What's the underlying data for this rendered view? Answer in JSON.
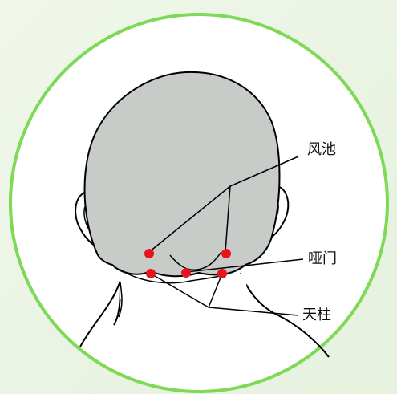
{
  "labels": {
    "fengchi": "风池",
    "yamen": "哑门",
    "tianzhu": "天柱"
  },
  "colors": {
    "ring": "#7ed957",
    "point": "#e8141c",
    "hair": "#c7ccc9",
    "outline": "#000000"
  }
}
